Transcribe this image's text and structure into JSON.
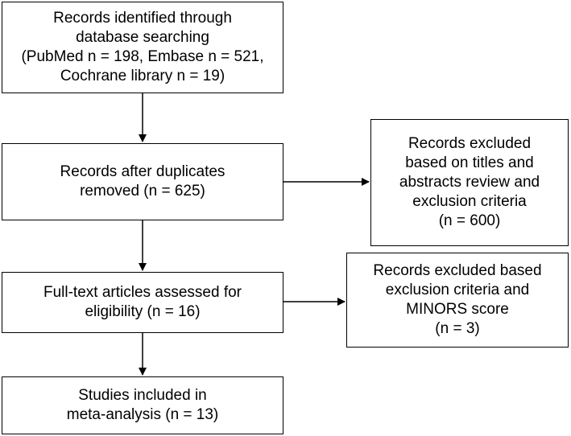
{
  "flowchart": {
    "identified": {
      "lines": [
        "Records identified through",
        "database searching",
        "(PubMed n = 198, Embase n = 521,",
        "Cochrane library n = 19)"
      ]
    },
    "after_duplicates": {
      "lines": [
        "Records after duplicates",
        "removed (n = 625)"
      ]
    },
    "excluded_titles": {
      "lines": [
        "Records excluded",
        "based on titles and",
        "abstracts review and",
        "exclusion criteria",
        "(n = 600)"
      ]
    },
    "full_text": {
      "lines": [
        "Full-text articles assessed for",
        "eligibility (n = 16)"
      ]
    },
    "excluded_minors": {
      "lines": [
        "Records excluded based",
        "exclusion criteria and",
        "MINORS score",
        "(n = 3)"
      ]
    },
    "included": {
      "lines": [
        "Studies included in",
        "meta-analysis (n = 13)"
      ]
    }
  },
  "colors": {
    "stroke": "#000000",
    "fill": "#ffffff",
    "text": "#000000"
  }
}
